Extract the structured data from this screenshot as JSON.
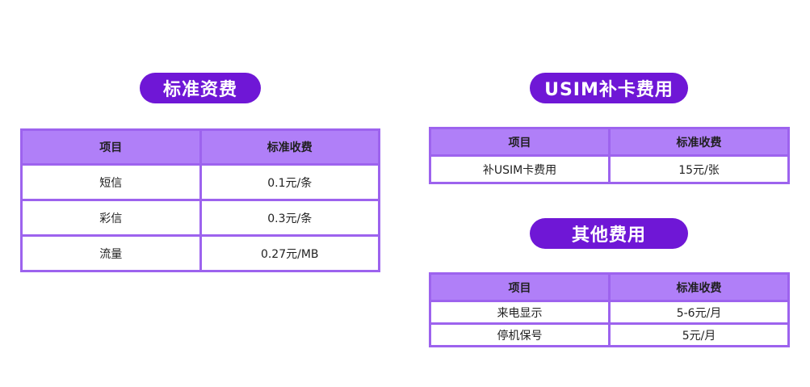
{
  "sections": {
    "standard": {
      "title": "标准资费",
      "headers": [
        "项目",
        "标准收费"
      ],
      "rows": [
        [
          "短信",
          "0.1元/条"
        ],
        [
          "彩信",
          "0.3元/条"
        ],
        [
          "流量",
          "0.27元/MB"
        ]
      ]
    },
    "usim": {
      "title": "USIM补卡费用",
      "headers": [
        "项目",
        "标准收费"
      ],
      "rows": [
        [
          "补USIM卡费用",
          "15元/张"
        ]
      ]
    },
    "other": {
      "title": "其他费用",
      "headers": [
        "项目",
        "标准收费"
      ],
      "rows": [
        [
          "来电显示",
          "5-6元/月"
        ],
        [
          "停机保号",
          "5元/月"
        ]
      ]
    }
  },
  "colors": {
    "pill": "#6f17d6",
    "header_bg": "#b07ff8",
    "border": "#9d63ee"
  }
}
